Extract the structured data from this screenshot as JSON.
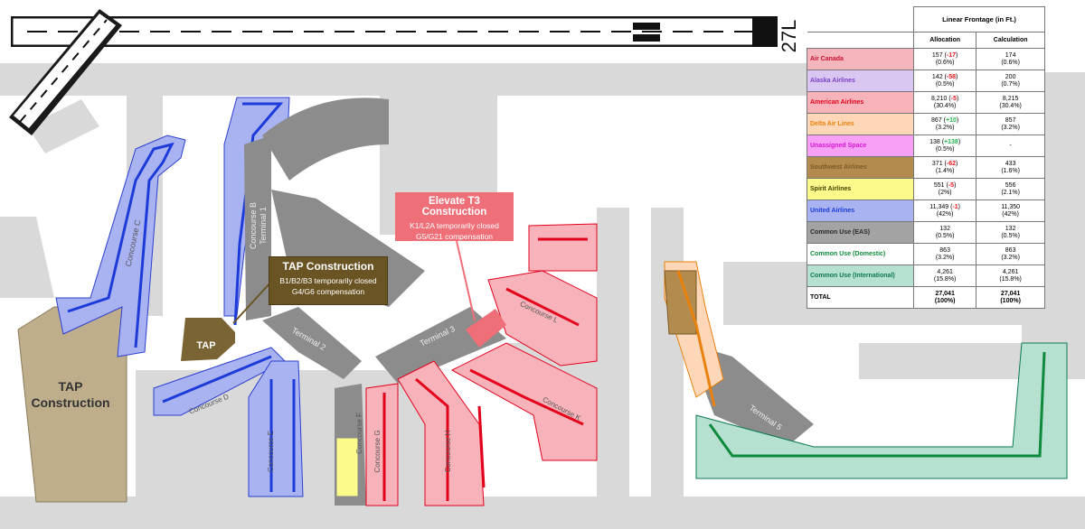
{
  "map": {
    "runway_label": "27L",
    "concourse_labels": [
      "Concourse C",
      "Concourse B",
      "Terminal 1",
      "Terminal 2",
      "Terminal 3",
      "Terminal 5",
      "Concourse D",
      "Concourse E",
      "Concourse F",
      "Concourse G",
      "Concourse H",
      "Concourse K",
      "Concourse L"
    ],
    "tap_site_label": "TAP",
    "tap_construction_area_label": [
      "TAP",
      "Construction"
    ]
  },
  "callouts": {
    "tap": {
      "title": "TAP Construction",
      "lines": [
        "B1/B2/B3 temporarily closed",
        "G4/G6 compensation"
      ]
    },
    "t3": {
      "title": "Elevate T3 Construction",
      "lines": [
        "K1/L2A temporarily closed",
        "G5/G21 compensation"
      ]
    }
  },
  "table": {
    "header": "Linear Frontage (in Ft.)",
    "col_allocation": "Allocation",
    "col_calculation": "Calculation",
    "rows": [
      {
        "airline": "Air Canada",
        "alloc": "157",
        "delta": "-17",
        "alloc_pct": "(0.6%)",
        "calc": "174",
        "calc_pct": "(0.6%)",
        "bg": "#f4b6bc",
        "fg": "#c8102e"
      },
      {
        "airline": "Alaska Airlines",
        "alloc": "142",
        "delta": "-58",
        "alloc_pct": "(0.5%)",
        "calc": "200",
        "calc_pct": "(0.7%)",
        "bg": "#d9c7f2",
        "fg": "#7a3fc8"
      },
      {
        "airline": "American Airlines",
        "alloc": "8,210",
        "delta": "-5",
        "alloc_pct": "(30.4%)",
        "calc": "8,215",
        "calc_pct": "(30.4%)",
        "bg": "#f7b3b9",
        "fg": "#e3001b"
      },
      {
        "airline": "Delta Air Lines",
        "alloc": "867",
        "delta": "+10",
        "alloc_pct": "(3.2%)",
        "calc": "857",
        "calc_pct": "(3.2%)",
        "bg": "#fdd7b8",
        "fg": "#e8820c"
      },
      {
        "airline": "Unassigned Space",
        "alloc": "138",
        "delta": "+138",
        "alloc_pct": "(0.5%)",
        "calc": "-",
        "calc_pct": "",
        "bg": "#f8a0f5",
        "fg": "#d516d5"
      },
      {
        "airline": "Southwest Airlines",
        "alloc": "371",
        "delta": "-62",
        "alloc_pct": "(1.4%)",
        "calc": "433",
        "calc_pct": "(1.6%)",
        "bg": "#b38b4f",
        "fg": "#7a5a25"
      },
      {
        "airline": "Spirit Airlines",
        "alloc": "551",
        "delta": "-5",
        "alloc_pct": "(2%)",
        "calc": "556",
        "calc_pct": "(2.1%)",
        "bg": "#fbfa8a",
        "fg": "#444400"
      },
      {
        "airline": "United Airlines",
        "alloc": "11,349",
        "delta": "-1",
        "alloc_pct": "(42%)",
        "calc": "11,350",
        "calc_pct": "(42%)",
        "bg": "#aab3f2",
        "fg": "#1c3bd8"
      },
      {
        "airline": "Common Use (EAS)",
        "alloc": "132",
        "delta": "",
        "alloc_pct": "(0.5%)",
        "calc": "132",
        "calc_pct": "(0.5%)",
        "bg": "#a3a3a3",
        "fg": "#2a2a2a"
      },
      {
        "airline": "Common Use (Domestic)",
        "alloc": "863",
        "delta": "",
        "alloc_pct": "(3.2%)",
        "calc": "863",
        "calc_pct": "(3.2%)",
        "bg": "#ffffff",
        "fg": "#0d8a3c"
      },
      {
        "airline": "Common Use (International)",
        "alloc": "4,261",
        "delta": "",
        "alloc_pct": "(15.8%)",
        "calc": "4,261",
        "calc_pct": "(15.8%)",
        "bg": "#b6e0cf",
        "fg": "#0d7a50"
      },
      {
        "airline": "TOTAL",
        "alloc": "27,041",
        "delta": "",
        "alloc_pct": "(100%)",
        "calc": "27,041",
        "calc_pct": "(100%)",
        "bg": "#ffffff",
        "fg": "#000000",
        "bold": true
      }
    ]
  },
  "colors": {
    "taxiway": "#d9d9d9",
    "terminal": "#8c8c8c",
    "united": "#aab3f2",
    "american": "#f7b3b9",
    "common_intl": "#b6e0cf",
    "delta": "#fdd7b8",
    "southwest": "#b38b4f",
    "spirit": "#fbfa8a",
    "tap_area": "#bfae8c"
  }
}
